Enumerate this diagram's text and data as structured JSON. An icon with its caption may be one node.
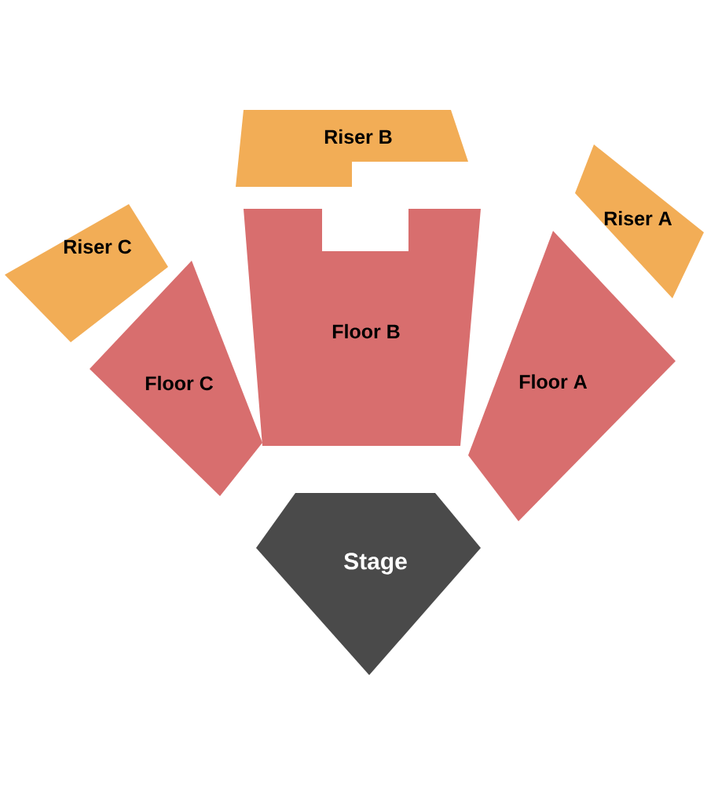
{
  "diagram": {
    "nodes": [
      {
        "text": [
          "Riser B"
        ]
      },
      {
        "text": [
          "Riser C"
        ]
      },
      {
        "text": [
          "Riser A"
        ]
      },
      {
        "text": [
          "Floor C"
        ]
      },
      {
        "text": [
          "Floor B"
        ]
      },
      {
        "text": [
          "Floor A"
        ]
      },
      {
        "text": [
          "Stage"
        ]
      }
    ]
  }
}
